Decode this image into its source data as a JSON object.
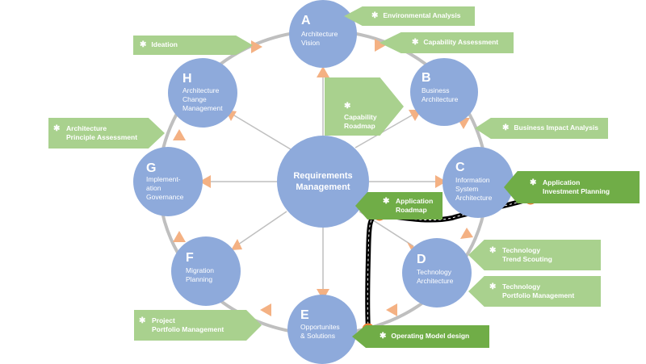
{
  "center": {
    "label": "Requirements\nManagement"
  },
  "phases": [
    {
      "letter": "A",
      "name": "Architecture\nVision"
    },
    {
      "letter": "B",
      "name": "Business\nArchitecture"
    },
    {
      "letter": "C",
      "name": "Information\nSystem\nArchitecture"
    },
    {
      "letter": "D",
      "name": "Technology\nArchitecture"
    },
    {
      "letter": "E",
      "name": "Opportunites\n& Solutions"
    },
    {
      "letter": "F",
      "name": "Migration\nPlanning"
    },
    {
      "letter": "G",
      "name": "Implement-\nation\nGovernance"
    },
    {
      "letter": "H",
      "name": "Architecture\nChange\nManagement"
    }
  ],
  "tags": {
    "environmental_analysis": "Environmental Analysis",
    "capability_assessment": "Capability Assessment",
    "ideation": "Ideation",
    "capability_roadmap": "Capability\nRoadmap",
    "business_impact_analysis": "Business Impact Analysis",
    "architecture_principle_assessment": "Architecture\nPrinciple Assessment",
    "application_investment_planning": "Application\nInvestment Planning",
    "application_roadmap": "Application\nRoadmap",
    "technology_trend_scouting": "Technology\nTrend Scouting",
    "technology_portfolio_management": "Technology\nPortfolio Management",
    "project_portfolio_management": "Project\nPortfolio Management",
    "operating_model_design": "Operating Model design"
  },
  "icons": {
    "tag_icon": "gear-icon"
  },
  "colors": {
    "phase_fill": "#8eaadb",
    "tag_light": "#a9d18e",
    "tag_dark": "#70ad47",
    "arrow": "#f4b183",
    "ring": "#bfbfbf",
    "path_marker": "#ed7d31"
  }
}
